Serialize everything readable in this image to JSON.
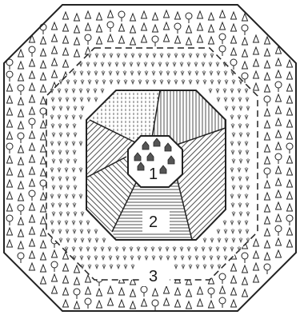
{
  "zones": [
    {
      "id": 1,
      "label": "1"
    },
    {
      "id": 2,
      "label": "2"
    },
    {
      "id": 3,
      "label": "3"
    }
  ],
  "colors": {
    "ink": "#222222",
    "paper": "#ffffff"
  },
  "icons": {
    "outer_ring": [
      "conifer-tree-icon",
      "deciduous-tree-icon"
    ],
    "buffer_ring": "grass-tuft-icon",
    "inner_core": "house-icon"
  }
}
